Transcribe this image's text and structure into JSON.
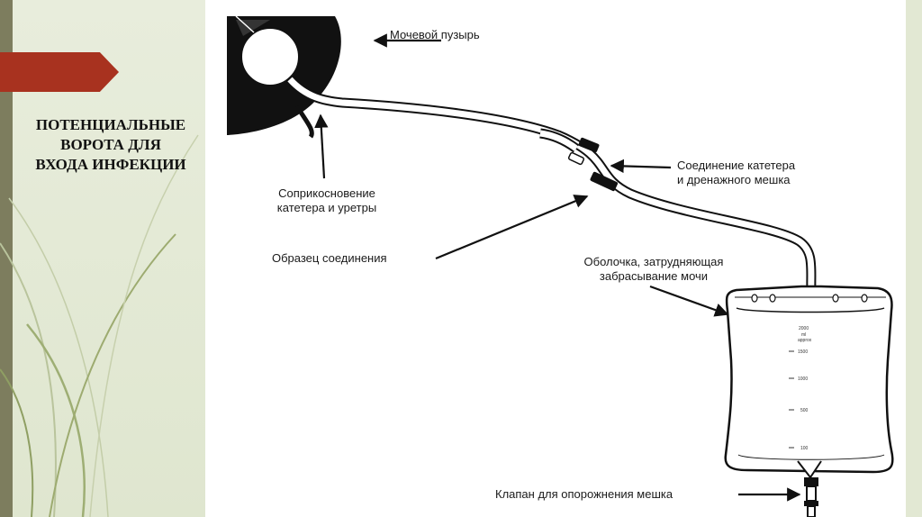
{
  "slide": {
    "title": "ПОТЕНЦИАЛЬНЫЕ\nВОРОТА ДЛЯ\nВХОДА ИНФЕКЦИИ"
  },
  "diagram": {
    "labels": {
      "bladder": "Мочевой пузырь",
      "contact_line1": "Соприкосновение",
      "contact_line2": "катетера и уретры",
      "joint_sample": "Образец соединения",
      "connection_line1": "Соединение катетера",
      "connection_line2": "и дренажного мешка",
      "shell_line1": "Оболочка, затрудняющая",
      "shell_line2": "забрасывание мочи",
      "valve": "Клапан для опорожнения мешка"
    },
    "bag_scale": {
      "ticks": [
        "2000",
        "1500",
        "1000",
        "500",
        "100"
      ],
      "unit": "ml",
      "approx": "approx"
    }
  },
  "colors": {
    "accent_red": "#a8321f",
    "left_strip": "#7d7d5e",
    "panel_bg": "#e9eedd"
  }
}
